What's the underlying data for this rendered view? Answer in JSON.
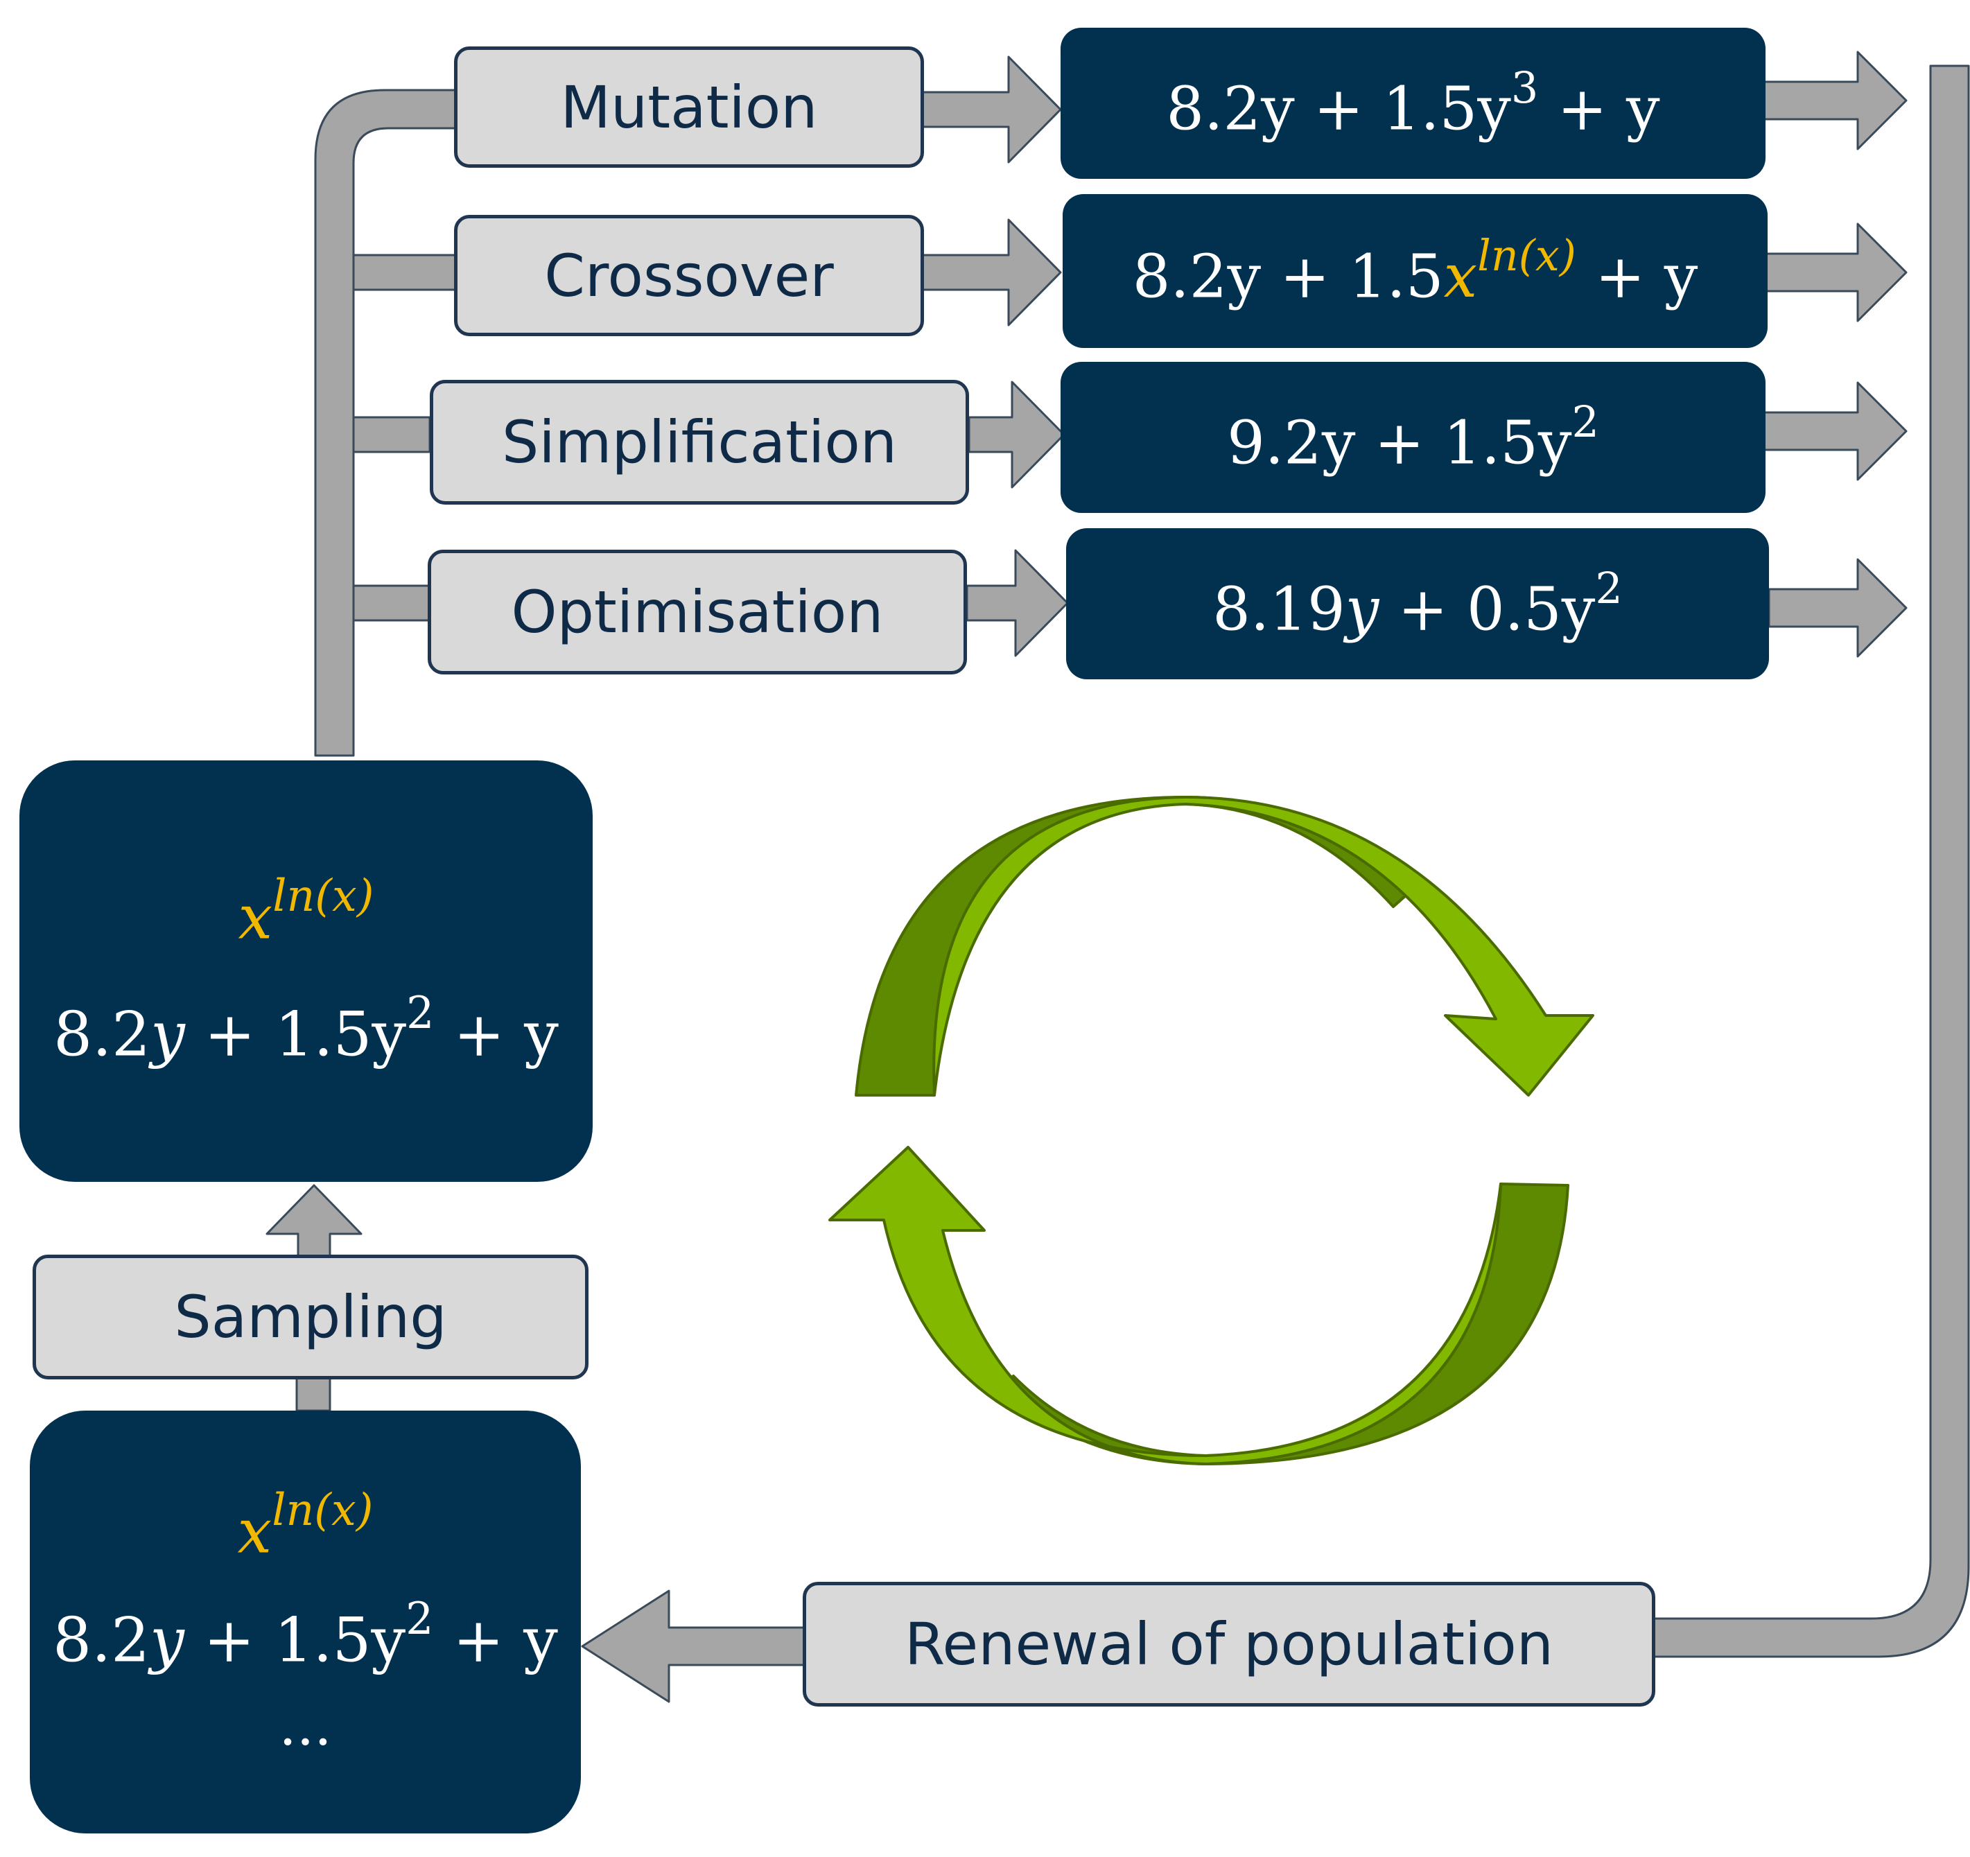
{
  "operators": {
    "mutation": "Mutation",
    "crossover": "Crossover",
    "simplification": "Simplification",
    "optimisation": "Optimisation",
    "sampling": "Sampling",
    "renewal": "Renewal of population"
  },
  "results": {
    "mutation": {
      "pre": "8.2y + 1.5y",
      "sup": "3",
      "post": " + y"
    },
    "crossover": {
      "pre": "8.2y + 1.5",
      "base": "x",
      "sup": "ln(x)",
      "post": " + y"
    },
    "simplification": {
      "pre": "9.2y + 1.5y",
      "sup": "2"
    },
    "optimisation": {
      "num": "8.19",
      "var": "y",
      "mid": " + 0.5y",
      "sup": "2"
    }
  },
  "sampled": {
    "special": {
      "base": "x",
      "sup": "ln(x)"
    },
    "expr": {
      "num": "8.2",
      "var": "y",
      "mid": " + 1.5y",
      "sup": "2",
      "post": " + y"
    }
  },
  "population": {
    "special": {
      "base": "x",
      "sup": "ln(x)"
    },
    "expr": {
      "num": "8.2",
      "var": "y",
      "mid": " + 1.5y",
      "sup": "2",
      "post": " + y"
    },
    "ellipsis": "..."
  },
  "colors": {
    "dark_box": "#02304f",
    "operator_box": "#d9d9d9",
    "arrow": "#a6a6a6",
    "highlight": "#f2b800",
    "cycle_arrow_light": "#82b800",
    "cycle_arrow_dark": "#5d8a00"
  },
  "icons": {
    "cycle": "circular-arrows-icon"
  }
}
